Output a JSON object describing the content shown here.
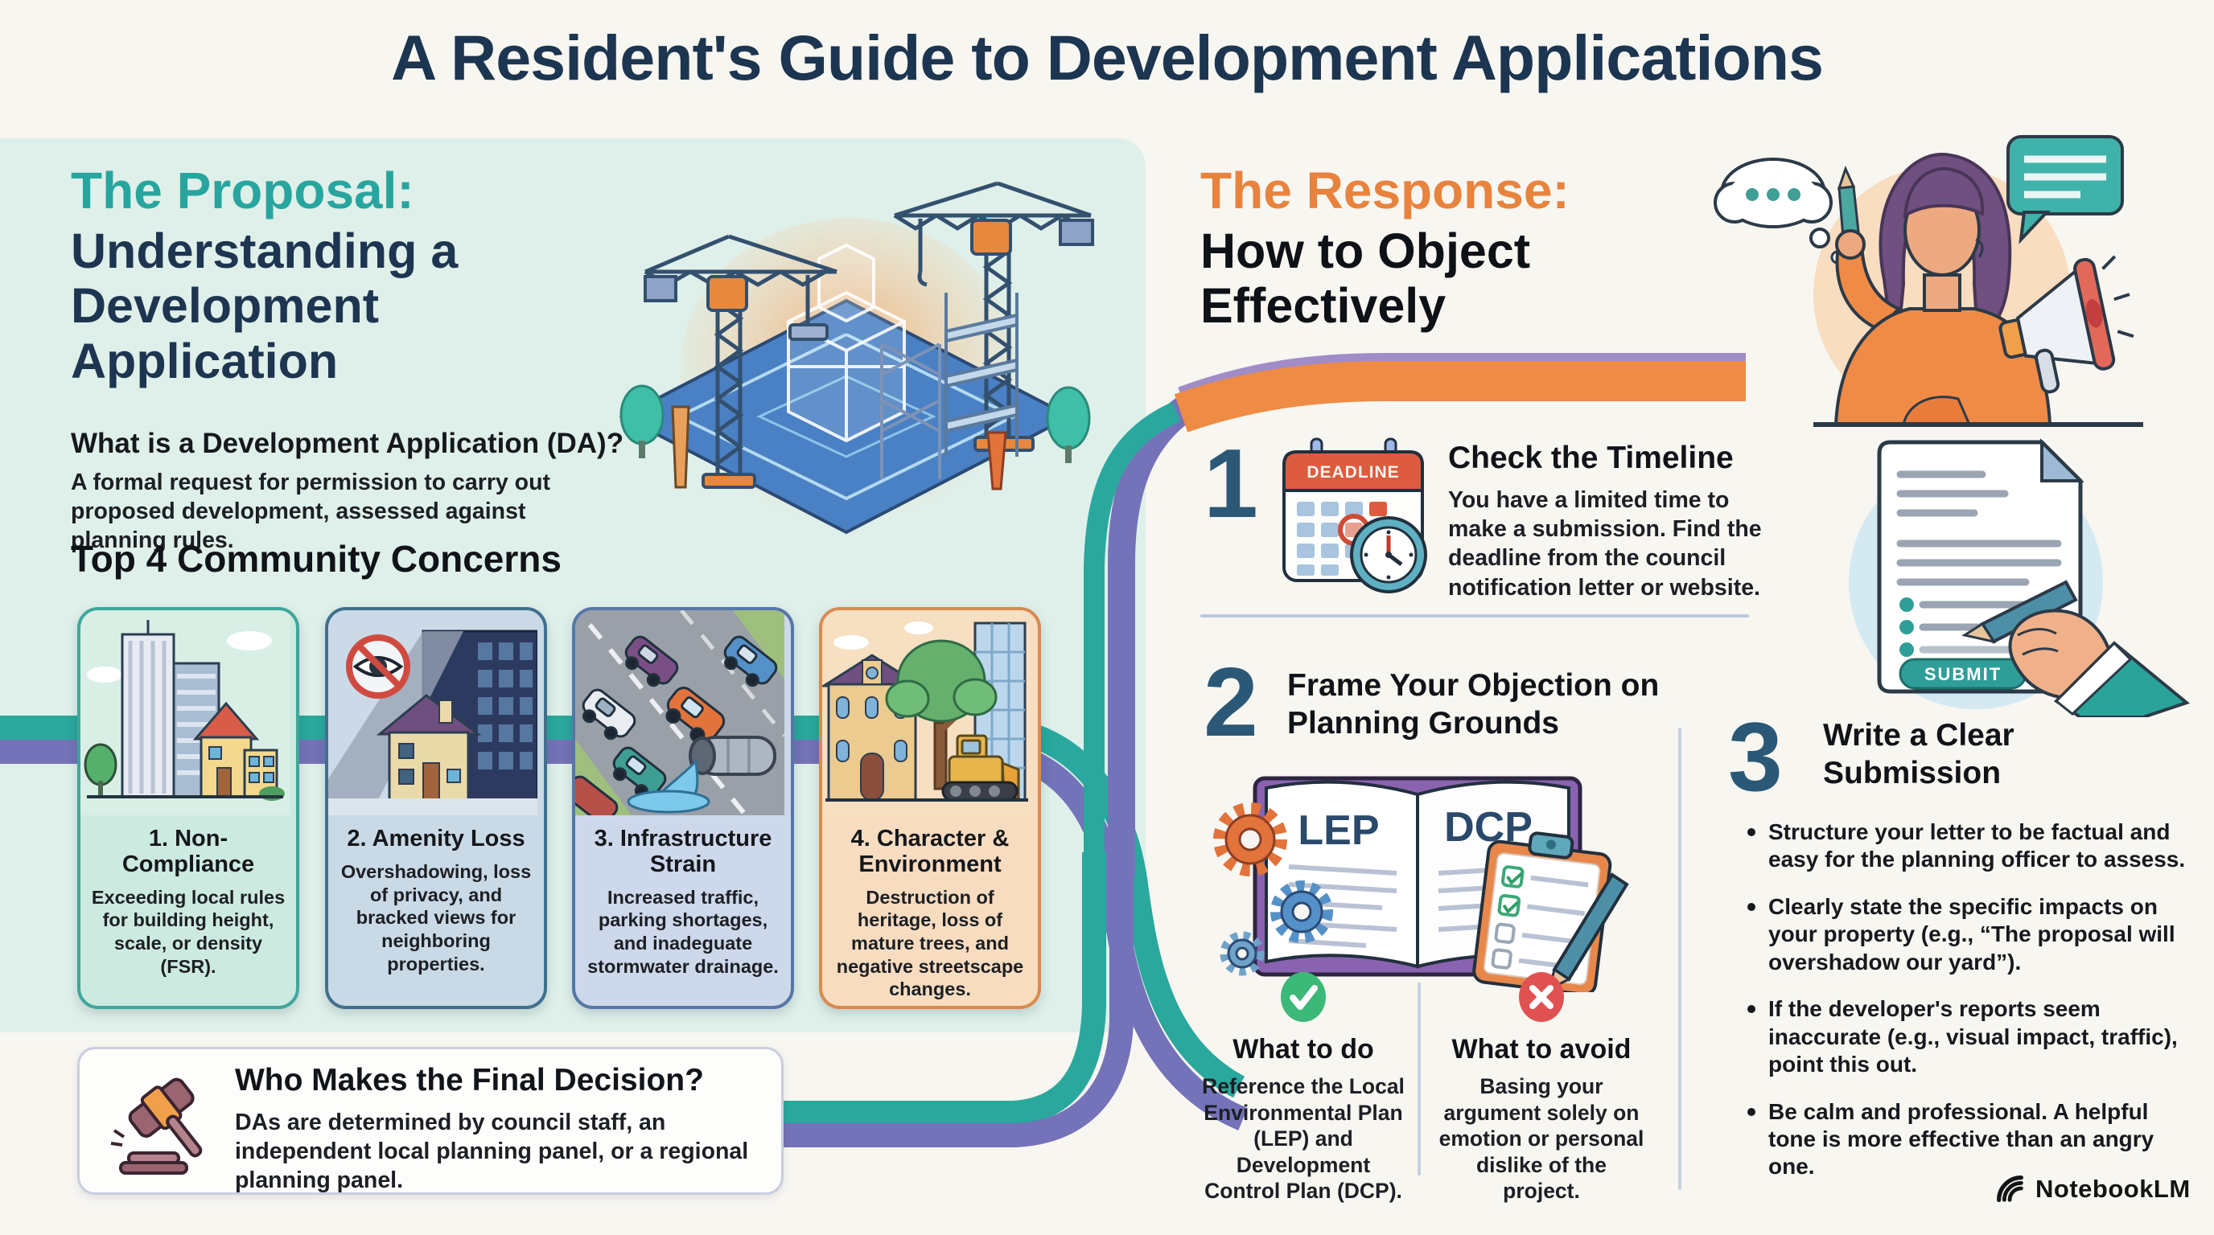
{
  "title": "A Resident's Guide to Development Applications",
  "colors": {
    "accent_teal": "#28a59e",
    "accent_orange": "#e8833e",
    "navy": "#1d3550",
    "mint_panel": "#dff0ea",
    "ribbon_teal": "#2aa89e",
    "ribbon_purple": "#7472b8",
    "green_check": "#3cb878",
    "red_cross": "#e05252"
  },
  "icons": {
    "construction": "construction-site-illustration",
    "gavel": "gavel-icon",
    "calendar": "deadline-calendar-icon",
    "clock": "clock-icon",
    "check": "check-icon",
    "cross": "cross-icon",
    "book": "lep-dcp-book-illustration",
    "clipboard": "checklist-clipboard-icon",
    "document": "submission-document-illustration",
    "woman": "resident-with-megaphone-illustration",
    "brand": "notebooklm-logo"
  },
  "proposal": {
    "kicker": "The Proposal:",
    "heading": "Understanding a Development Application",
    "what_title": "What is a Development Application (DA)?",
    "what_body": "A formal request for permission to carry out proposed development, assessed against planning rules.",
    "concerns_heading": "Top 4 Community Concerns",
    "concerns": [
      {
        "title": "1. Non-Compliance",
        "body": "Exceeding local rules for building height, scale, or density (FSR)."
      },
      {
        "title": "2. Amenity Loss",
        "body": "Overshadowing, loss of privacy, and bracked views for neighboring properties."
      },
      {
        "title": "3. Infrastructure Strain",
        "body": "Increased traffic, parking shortages, and inadeguate stormwater drainage."
      },
      {
        "title": "4. Character & Environment",
        "body": "Destruction of heritage, loss of mature trees, and negative streetscape changes."
      }
    ],
    "decision": {
      "title": "Who Makes the Final Decision?",
      "body": "DAs are determined by council staff, an independent local planning panel, or a regional planning panel."
    }
  },
  "response": {
    "kicker": "The Response:",
    "heading": "How to Object Effectively",
    "calendar_label": "DEADLINE",
    "step1": {
      "number": "1",
      "title": "Check the Timeline",
      "body": "You have a limited time to make a submission. Find the deadline from the council notification letter or website."
    },
    "step2": {
      "number": "2",
      "title": "Frame Your Objection on Planning Grounds"
    },
    "book": {
      "left": "LEP",
      "right": "DCP"
    },
    "dodont": {
      "do_title": "What to do",
      "do_body": "Reference the Local Environmental Plan (LEP) and Development Control Plan (DCP).",
      "avoid_title": "What to avoid",
      "avoid_body": "Basing your argument solely on emotion or personal dislike of the project."
    },
    "step3": {
      "number": "3",
      "title": "Write a Clear Submission",
      "bullets": [
        "Structure your letter to be factual and easy for the planning officer to assess.",
        "Clearly state the specific impacts on your property (e.g., “The proposal will overshadow our yard”).",
        "If the developer's reports seem inaccurate (e.g., visual impact, traffic), point this out.",
        "Be calm and professional. A helpful tone is more effective than an angry one."
      ]
    },
    "submit_label": "SUBMIT"
  },
  "brand": {
    "name": "NotebookLM"
  }
}
